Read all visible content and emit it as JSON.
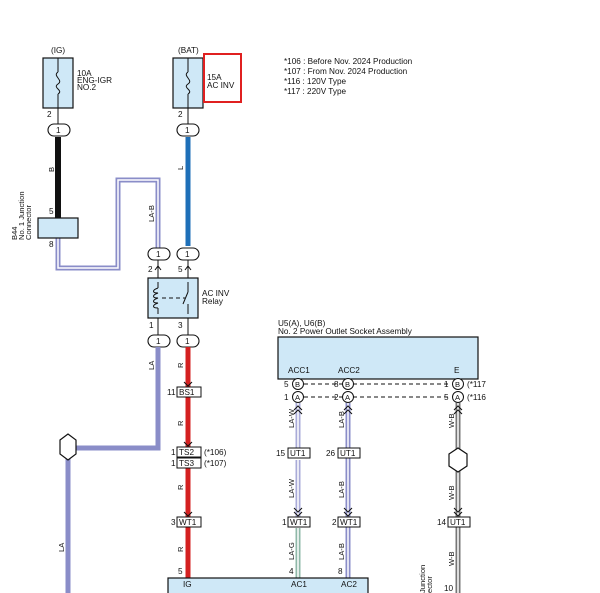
{
  "notes": [
    "*106 : Before Nov. 2024 Production",
    "*107 : From Nov. 2024 Production",
    "*116 : 120V Type",
    "*117 : 220V Type"
  ],
  "fuse_ig": {
    "source": "(IG)",
    "rating": "10A",
    "name1": "ENG-IGR",
    "name2": "NO.2",
    "pin": "2"
  },
  "fuse_bat": {
    "source": "(BAT)",
    "rating": "15A",
    "name": "AC INV",
    "pin": "2",
    "highlight_color": "#e02020"
  },
  "connector_b44": {
    "id": "B44",
    "line1": "No. 1 Junction",
    "line2": "Connector",
    "pin_in": "5",
    "pin_out": "8"
  },
  "relay": {
    "name1": "AC INV",
    "name2": "Relay",
    "pin_tl": "2",
    "pin_tr": "5",
    "pin_bl": "1",
    "pin_br": "3"
  },
  "socket": {
    "ids": "U5(A), U6(B)",
    "name": "No. 2 Power Outlet Socket Assembly",
    "acc1": "ACC1",
    "acc2": "ACC2",
    "e": "E",
    "pins": {
      "acc1_b": "5",
      "acc1_a": "1",
      "acc2_b": "8",
      "acc2_a": "2",
      "e_b": "1",
      "e_a": "5",
      "circle_b": "B",
      "circle_a": "A",
      "note_b": "(*117",
      "note_a": "(*116"
    }
  },
  "splice_labels": {
    "one": "1"
  },
  "wires": {
    "b": "B",
    "l": "L",
    "la_b": "LA-B",
    "la": "LA",
    "r": "R",
    "la_w": "LA-W",
    "la_g": "LA-G",
    "w_b": "W-B",
    "colors": {
      "black": "#111111",
      "blue": "#1e6fb8",
      "red": "#d42020",
      "lavender": "#8a8dc8",
      "lavender_light": "#a9abd8",
      "green_gray": "#8fb8a8",
      "gray": "#777777",
      "light_blue": "#cfe8f7"
    }
  },
  "inline_connectors": {
    "bs1": {
      "id": "BS1",
      "pin": "11"
    },
    "ts2": {
      "id": "TS2",
      "pin": "1",
      "note": "(*106)"
    },
    "ts3": {
      "id": "TS3",
      "pin": "1",
      "note": "(*107)"
    },
    "wt1_r": {
      "id": "WT1",
      "pin": "3"
    },
    "ut1_a": {
      "id": "UT1",
      "pin": "15"
    },
    "ut1_b": {
      "id": "UT1",
      "pin": "26"
    },
    "wt1_a": {
      "id": "WT1",
      "pin": "1"
    },
    "wt1_b": {
      "id": "WT1",
      "pin": "2"
    },
    "ut1_c": {
      "id": "UT1",
      "pin": "14"
    }
  },
  "bottom_box": {
    "pin_ig": "5",
    "ig": "IG",
    "pin_ac1": "4",
    "ac1": "AC1",
    "pin_ac2": "8",
    "ac2": "AC2",
    "pin_e": "10",
    "junction1": "Junction",
    "junction2": "ector"
  }
}
